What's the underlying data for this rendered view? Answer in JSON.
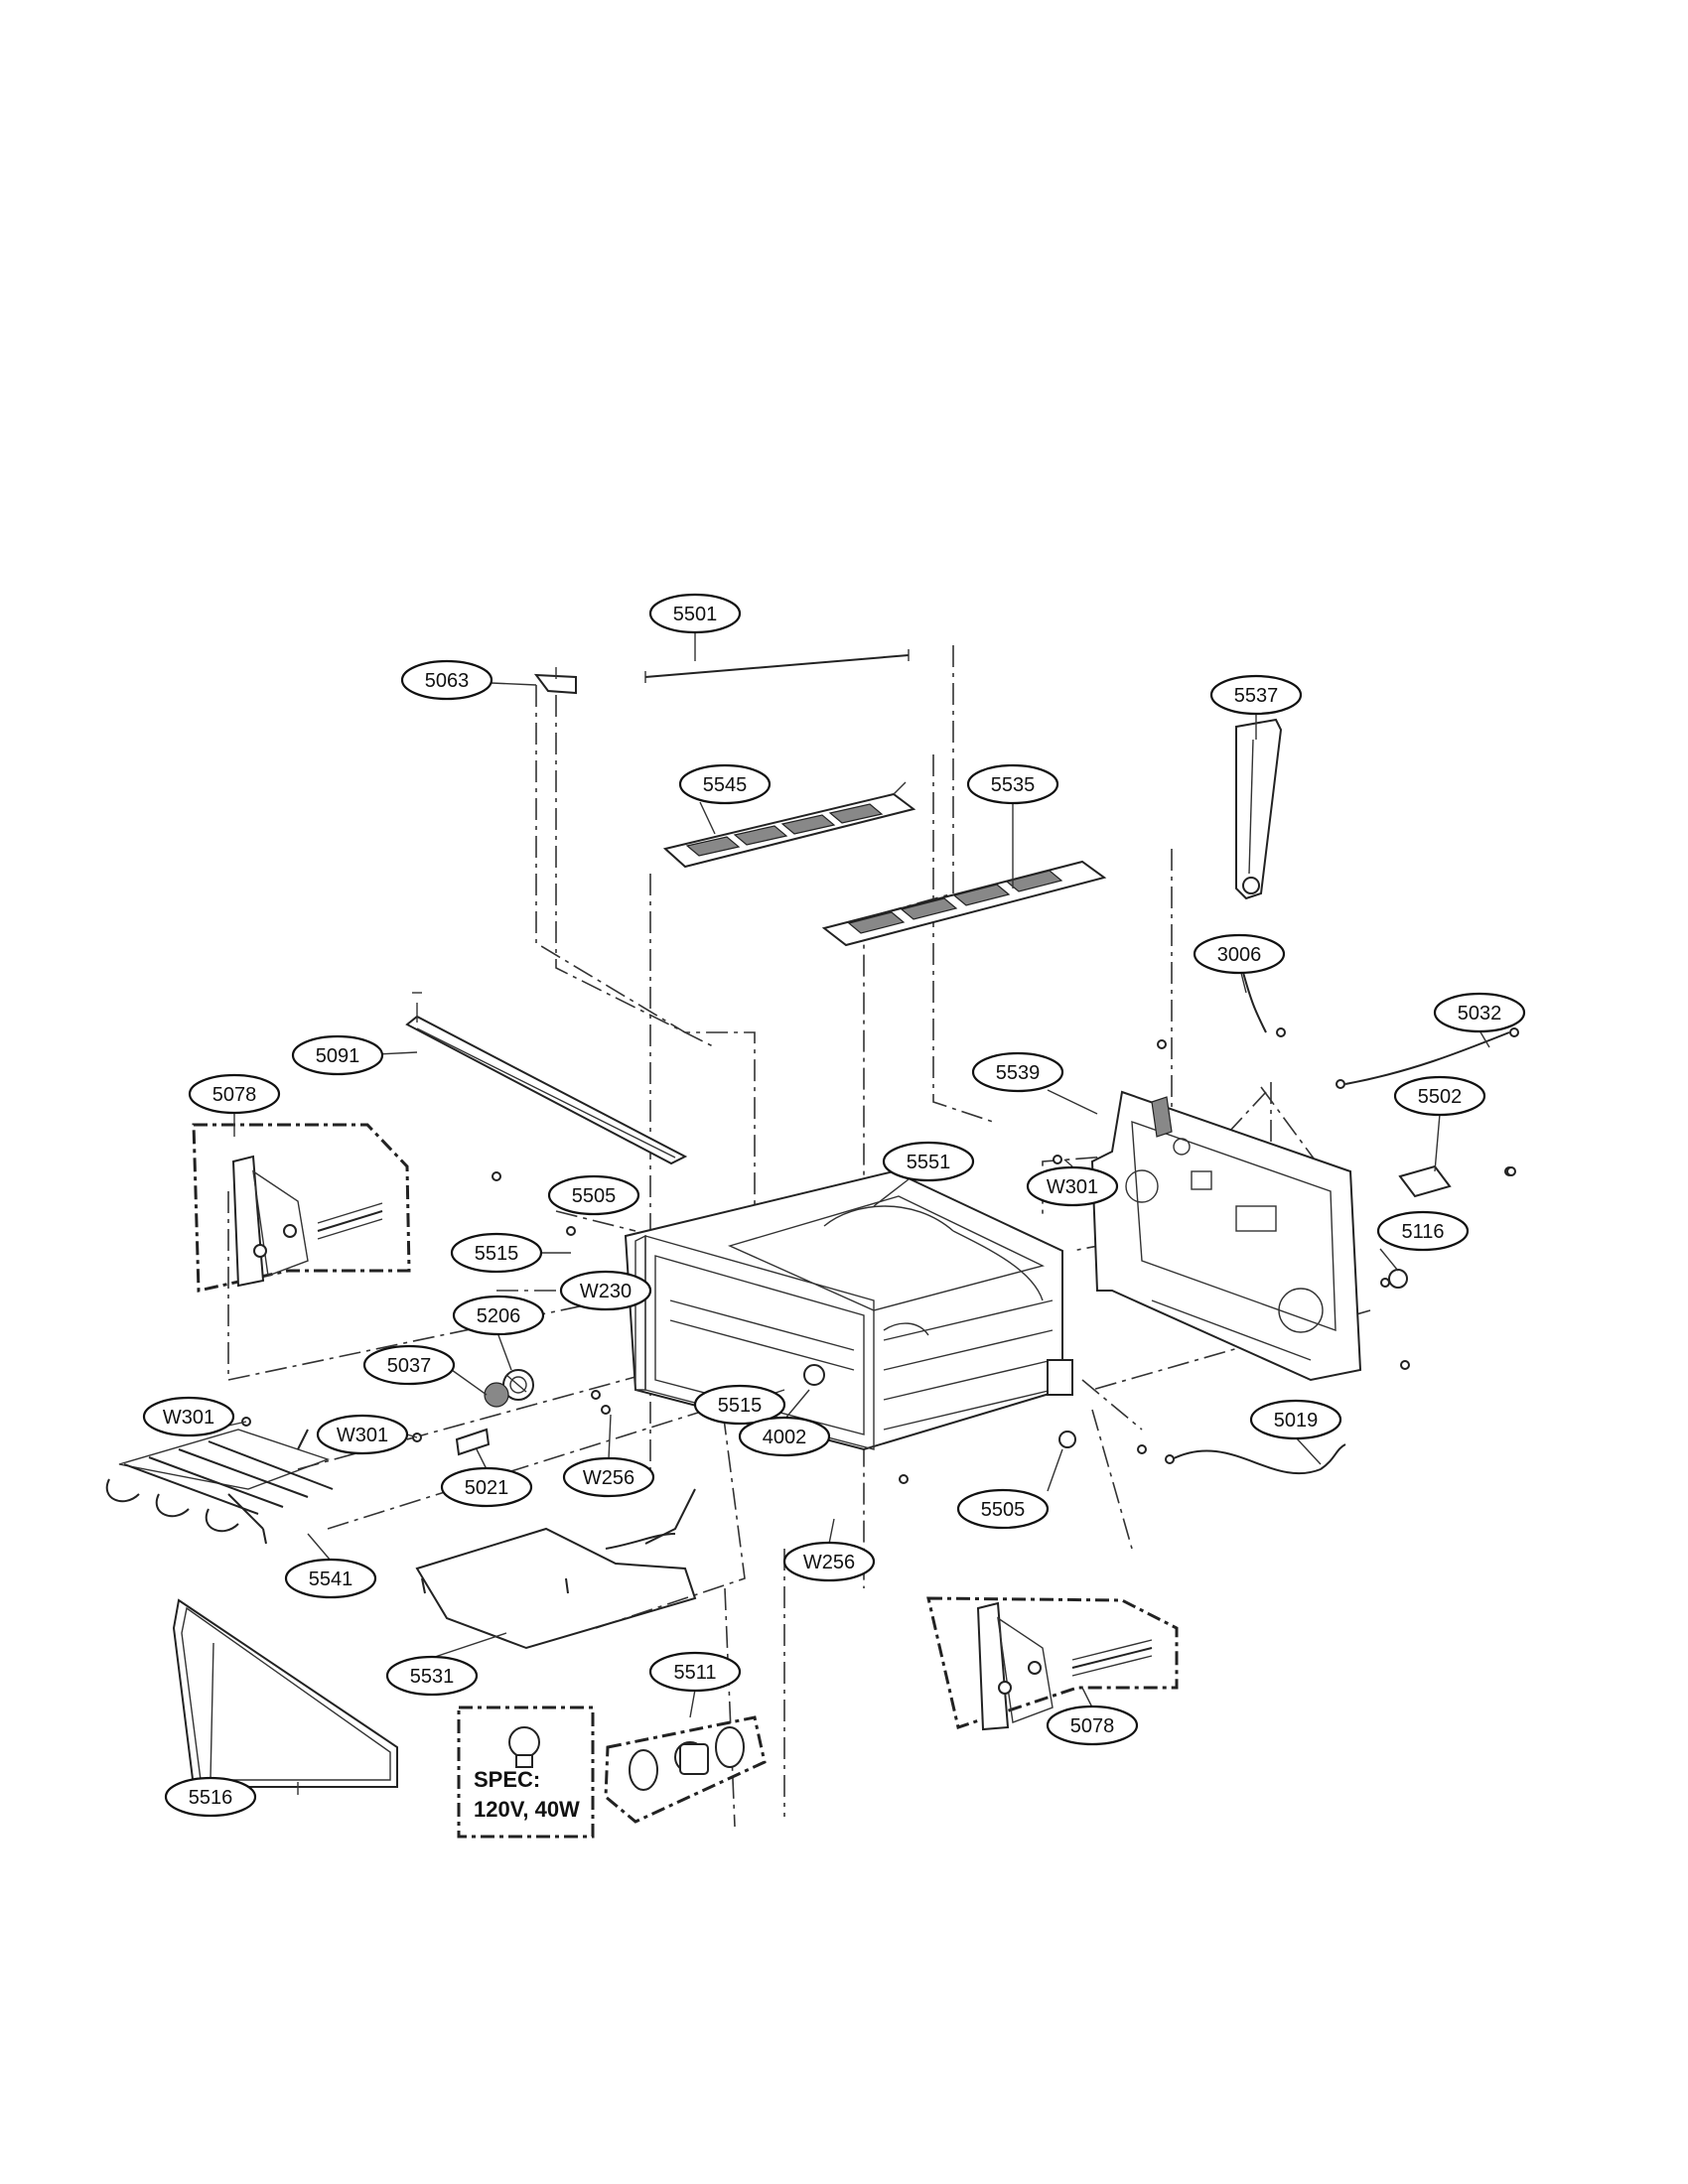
{
  "callouts": [
    {
      "id": "c5501",
      "text": "5501"
    },
    {
      "id": "c5063",
      "text": "5063"
    },
    {
      "id": "c5537",
      "text": "5537"
    },
    {
      "id": "c5545",
      "text": "5545"
    },
    {
      "id": "c5535",
      "text": "5535"
    },
    {
      "id": "c3006",
      "text": "3006"
    },
    {
      "id": "c5091",
      "text": "5091"
    },
    {
      "id": "c5032",
      "text": "5032"
    },
    {
      "id": "c5539",
      "text": "5539"
    },
    {
      "id": "c5078a",
      "text": "5078"
    },
    {
      "id": "c5502",
      "text": "5502"
    },
    {
      "id": "c5551",
      "text": "5551"
    },
    {
      "id": "c5505a",
      "text": "5505"
    },
    {
      "id": "cW301a",
      "text": "W301"
    },
    {
      "id": "c5515a",
      "text": "5515"
    },
    {
      "id": "c5116",
      "text": "5116"
    },
    {
      "id": "cW230",
      "text": "W230"
    },
    {
      "id": "c5206",
      "text": "5206"
    },
    {
      "id": "c5037",
      "text": "5037"
    },
    {
      "id": "c5515b",
      "text": "5515"
    },
    {
      "id": "cW301b",
      "text": "W301"
    },
    {
      "id": "cW301c",
      "text": "W301"
    },
    {
      "id": "c4002",
      "text": "4002"
    },
    {
      "id": "c5019",
      "text": "5019"
    },
    {
      "id": "cW256a",
      "text": "W256"
    },
    {
      "id": "c5021",
      "text": "5021"
    },
    {
      "id": "c5505b",
      "text": "5505"
    },
    {
      "id": "c5541",
      "text": "5541"
    },
    {
      "id": "cW256b",
      "text": "W256"
    },
    {
      "id": "c5531",
      "text": "5531"
    },
    {
      "id": "c5511",
      "text": "5511"
    },
    {
      "id": "c5078b",
      "text": "5078"
    },
    {
      "id": "c5516",
      "text": "5516"
    }
  ],
  "spec": {
    "line1": "SPEC:",
    "line2": "120V, 40W"
  }
}
